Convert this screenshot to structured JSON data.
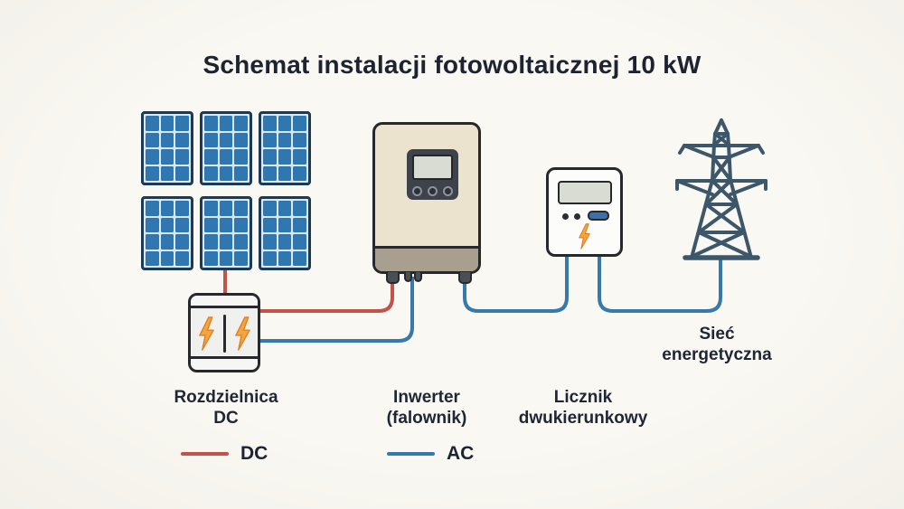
{
  "title": "Schemat instalacji fotowoltaicznej 10 kW",
  "diagram": {
    "solar_array": {
      "panel_count": 6,
      "grid_columns": 3,
      "cell_columns": 3,
      "cell_rows": 4
    },
    "components": {
      "combiner": {
        "label_line1": "Rozdzielnica",
        "label_line2": "DC"
      },
      "inverter": {
        "label_line1": "Inwerter",
        "label_line2": "(falownik)"
      },
      "meter": {
        "label_line1": "Licznik",
        "label_line2": "dwukierunkowy"
      },
      "grid": {
        "label_line1": "Sieć",
        "label_line2": "energetyczna"
      }
    },
    "legend": {
      "dc_label": "DC",
      "ac_label": "AC"
    }
  },
  "colors": {
    "background": "#faf8f2",
    "dc_wire": "#c4514a",
    "ac_wire": "#3679ad",
    "panel_blue": "#2e77b0",
    "panel_border": "#1a3a57",
    "inverter_body": "#ebe3ce",
    "inverter_band": "#a89f8e",
    "tower": "#3c566a",
    "bolt_orange": "#f7a43c",
    "text": "#1d2330"
  }
}
